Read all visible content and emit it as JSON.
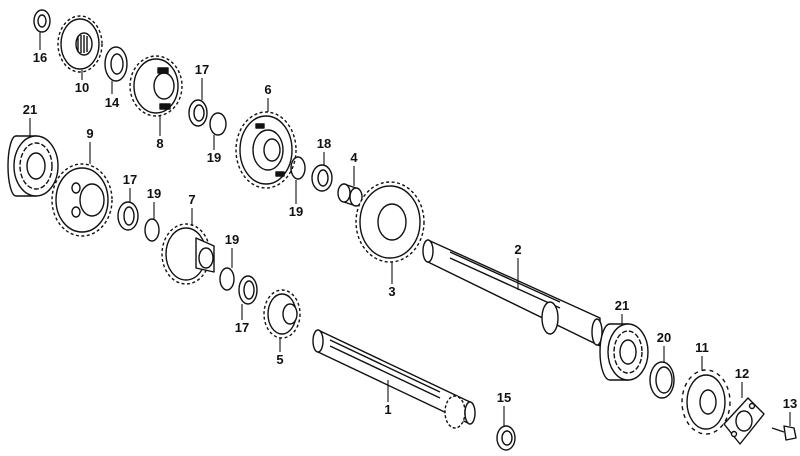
{
  "diagram": {
    "callouts": [
      {
        "id": "c16",
        "label": "16"
      },
      {
        "id": "c10",
        "label": "10"
      },
      {
        "id": "c14",
        "label": "14"
      },
      {
        "id": "c8",
        "label": "8"
      },
      {
        "id": "c17a",
        "label": "17"
      },
      {
        "id": "c19a",
        "label": "19"
      },
      {
        "id": "c6",
        "label": "6"
      },
      {
        "id": "c18",
        "label": "18"
      },
      {
        "id": "c4",
        "label": "4"
      },
      {
        "id": "c19b",
        "label": "19"
      },
      {
        "id": "c21a",
        "label": "21"
      },
      {
        "id": "c9",
        "label": "9"
      },
      {
        "id": "c17b",
        "label": "17"
      },
      {
        "id": "c19c",
        "label": "19"
      },
      {
        "id": "c7",
        "label": "7"
      },
      {
        "id": "c19d",
        "label": "19"
      },
      {
        "id": "c17c",
        "label": "17"
      },
      {
        "id": "c5",
        "label": "5"
      },
      {
        "id": "c3",
        "label": "3"
      },
      {
        "id": "c2",
        "label": "2"
      },
      {
        "id": "c21b",
        "label": "21"
      },
      {
        "id": "c20",
        "label": "20"
      },
      {
        "id": "c11",
        "label": "11"
      },
      {
        "id": "c12",
        "label": "12"
      },
      {
        "id": "c13",
        "label": "13"
      },
      {
        "id": "c1",
        "label": "1"
      },
      {
        "id": "c15",
        "label": "15"
      }
    ]
  }
}
